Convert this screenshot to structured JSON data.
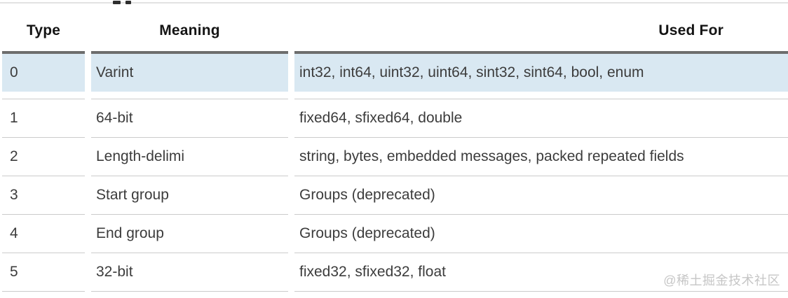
{
  "table": {
    "headers": {
      "type": "Type",
      "meaning": "Meaning",
      "used_for": "Used For"
    },
    "rows": [
      {
        "type": "0",
        "meaning": "Varint",
        "used_for": "int32, int64, uint32, uint64, sint32, sint64, bool, enum",
        "highlighted": true
      },
      {
        "type": "1",
        "meaning": "64-bit",
        "used_for": "fixed64, sfixed64, double",
        "highlighted": false
      },
      {
        "type": "2",
        "meaning": "Length-delimi",
        "used_for": "string, bytes, embedded messages, packed repeated fields",
        "highlighted": false
      },
      {
        "type": "3",
        "meaning": "Start group",
        "used_for": "Groups (deprecated)",
        "highlighted": false
      },
      {
        "type": "4",
        "meaning": "End group",
        "used_for": "Groups (deprecated)",
        "highlighted": false
      },
      {
        "type": "5",
        "meaning": "32-bit",
        "used_for": "fixed32, sfixed32, float",
        "highlighted": false
      }
    ]
  },
  "watermark": {
    "text": "@稀土掘金技术社区"
  },
  "colors": {
    "highlight_row_bg": "#d9e8f2",
    "highlight_row_top_border": "#6d6d6d",
    "row_separator": "#cbcbcb",
    "body_text": "#3c3c3c",
    "header_text": "#141414",
    "watermark_text": "#c6c6c6"
  }
}
